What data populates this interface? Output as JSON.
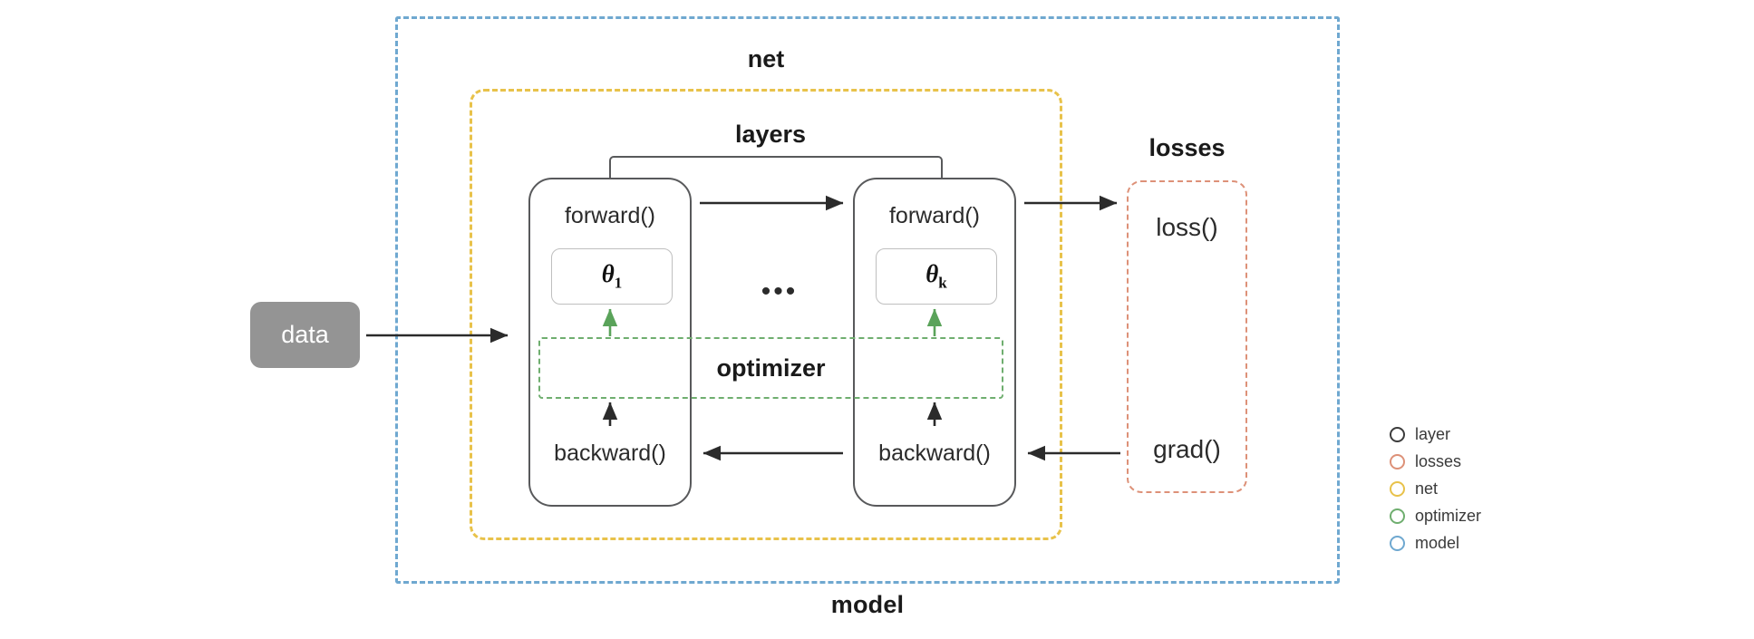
{
  "diagram": {
    "title": "model",
    "groups": {
      "model": {
        "label": "model",
        "color": "#6fa8d0"
      },
      "net": {
        "label": "net",
        "color": "#e8c24a"
      },
      "layers": {
        "label": "layers",
        "color": "#58595b"
      },
      "optimizer": {
        "label": "optimizer",
        "color": "#6fae6f"
      },
      "losses": {
        "label": "losses",
        "color": "#dd9178"
      }
    },
    "data_node": {
      "label": "data",
      "color": "#949494",
      "text_color": "#ffffff"
    },
    "layers": [
      {
        "forward": "forward()",
        "param": "θ",
        "param_sub": "1",
        "backward": "backward()"
      },
      {
        "forward": "forward()",
        "param": "θ",
        "param_sub": "k",
        "backward": "backward()"
      }
    ],
    "ellipsis": "•••",
    "losses_nodes": {
      "loss": "loss()",
      "grad": "grad()"
    }
  },
  "legend": {
    "items": [
      {
        "label": "layer",
        "color": "#3c3c3c"
      },
      {
        "label": "losses",
        "color": "#dd9178"
      },
      {
        "label": "net",
        "color": "#e8c24a"
      },
      {
        "label": "optimizer",
        "color": "#6fae6f"
      },
      {
        "label": "model",
        "color": "#6fa8d0"
      }
    ]
  }
}
